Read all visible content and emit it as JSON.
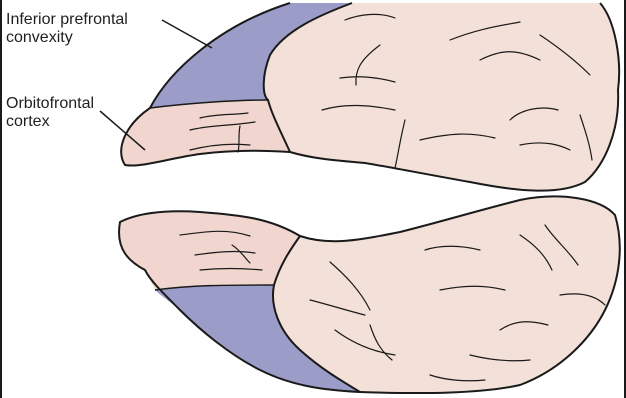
{
  "labels": {
    "inferior_prefrontal_convexity": {
      "line1": "Inferior prefrontal",
      "line2": "convexity"
    },
    "orbitofrontal_cortex": {
      "line1": "Orbitofrontal",
      "line2": "cortex"
    }
  },
  "colors": {
    "inferior_prefrontal_convexity_fill": "#9c9cc9",
    "orbitofrontal_cortex_fill": "#f1d6cf",
    "brain_fill": "#f3e0d8",
    "outline": "#1a1a1a",
    "background": "#ffffff"
  }
}
